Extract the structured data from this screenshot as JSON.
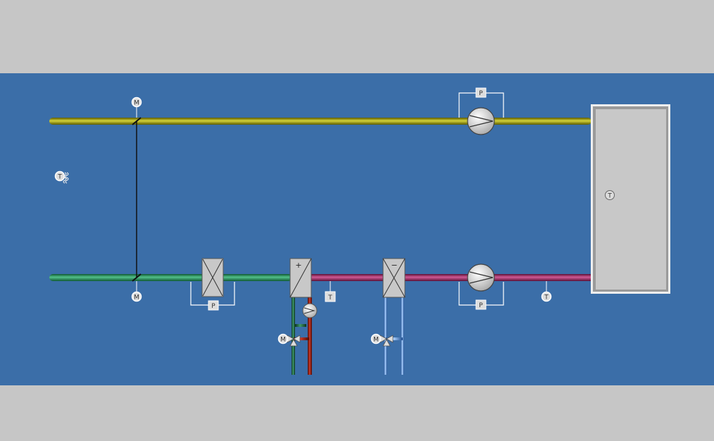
{
  "colors": {
    "page_bg": "#c6c6c6",
    "canvas_bg": "#3b6ea8",
    "exhaust_duct": "#9b9a0e",
    "outdoor_duct": "#2b8c5a",
    "supply_duct": "#9c2d62",
    "heating_flow": "#8b1a12",
    "heating_return": "#1e5a3a",
    "cooling_pipe": "#5a9be6",
    "component_fill": "#c8c8c8",
    "room_fill": "#c8c8c8"
  },
  "symbols": {
    "motor": "M",
    "temperature": "T",
    "pressure": "P",
    "heater": "+",
    "cooler": "−"
  },
  "icons": {
    "exhaust_fan": "fan-icon",
    "supply_fan": "fan-icon",
    "filter": "filter-icon",
    "heating_coil": "heating-coil-icon",
    "cooling_coil": "cooling-coil-icon",
    "pump": "pump-icon",
    "valve": "three-way-valve-icon",
    "damper": "damper-icon",
    "outdoor_sensor": "outdoor-temperature-icon"
  }
}
